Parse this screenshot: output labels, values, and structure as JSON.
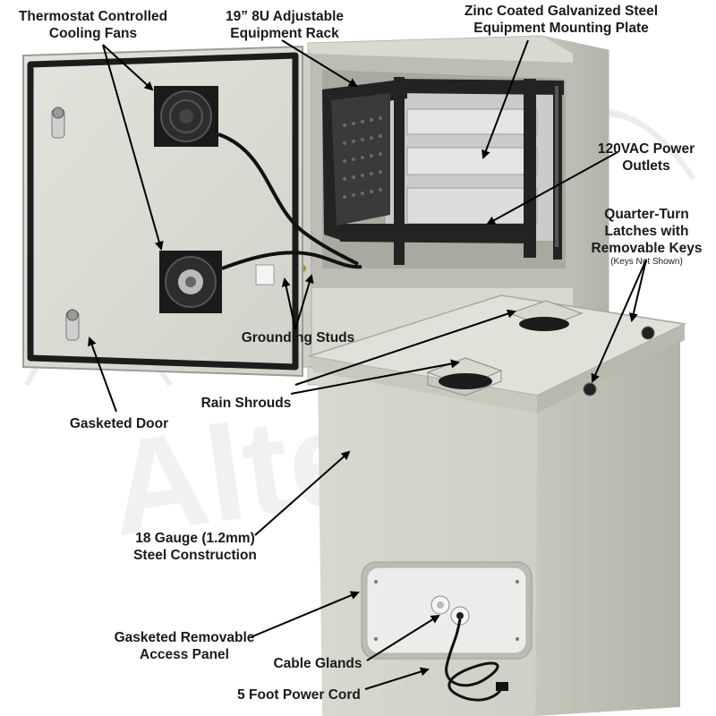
{
  "colors": {
    "enclosure": "#dcdcd4",
    "enclosure_shade": "#c8c8bf",
    "enclosure_dark": "#b7b7ad",
    "gasket": "#1c1c1c",
    "rack": "#262626",
    "arrow": "#000000",
    "watermark": "#e9e9e9",
    "background": "#ffffff"
  },
  "labels": {
    "fans": [
      "Thermostat Controlled",
      "Cooling Fans"
    ],
    "rack": [
      "19” 8U Adjustable",
      "Equipment Rack"
    ],
    "plate": [
      "Zinc Coated Galvanized Steel",
      "Equipment Mounting Plate"
    ],
    "outlets": [
      "120VAC Power",
      "Outlets"
    ],
    "latches": [
      "Quarter-Turn",
      "Latches with",
      "Removable Keys"
    ],
    "latches_note": "(Keys Not Shown)",
    "grounding": "Grounding Studs",
    "shrouds": "Rain Shrouds",
    "door": "Gasketed Door",
    "steel": [
      "18 Gauge (1.2mm)",
      "Steel Construction"
    ],
    "panel": [
      "Gasketed Removable",
      "Access Panel"
    ],
    "glands": "Cable Glands",
    "cord": "5 Foot Power Cord"
  }
}
